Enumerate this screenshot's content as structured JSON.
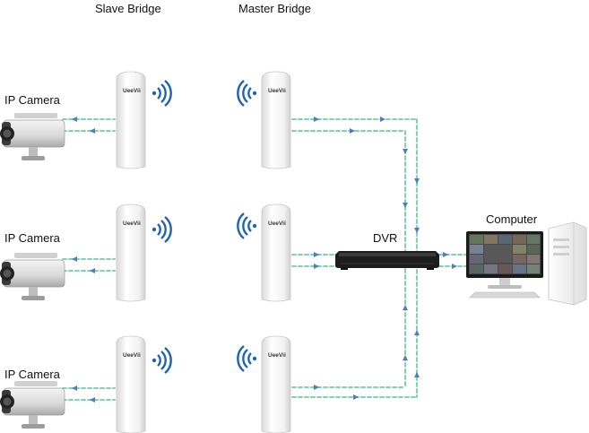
{
  "headers": {
    "slave": "Slave Bridge",
    "master": "Master Bridge"
  },
  "cameras": [
    {
      "label": "IP Camera"
    },
    {
      "label": "IP Camera"
    },
    {
      "label": "IP Camera"
    }
  ],
  "dvr": {
    "label": "DVR"
  },
  "computer": {
    "label": "Computer"
  },
  "bridge_brand": "UeeVii",
  "icons": {
    "camera": "cctv-camera-icon",
    "bridge": "cpe-bridge-icon",
    "wifi": "wireless-signal-icon",
    "dvr": "dvr-recorder-icon",
    "computer": "desktop-computer-icon"
  },
  "colors": {
    "link_green": "#7fd3b0",
    "link_blue": "#4a7fc1",
    "wifi_blue": "#1f63b5",
    "dvr_body": "#1c1c1c"
  }
}
